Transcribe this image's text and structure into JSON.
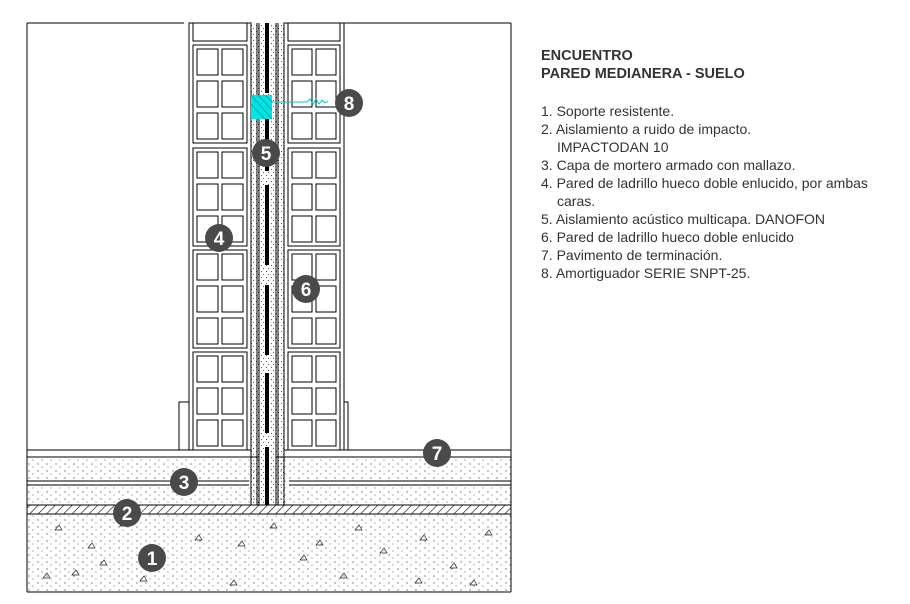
{
  "title_line1": "ENCUENTRO",
  "title_line2": "PARED MEDIANERA - SUELO",
  "legend": [
    {
      "num": "1.",
      "text": "Soporte resistente.",
      "cont": ""
    },
    {
      "num": "2.",
      "text": "Aislamiento a ruido de impacto.",
      "cont": "IMPACTODAN 10"
    },
    {
      "num": "3.",
      "text": "Capa de mortero armado con mallazo.",
      "cont": ""
    },
    {
      "num": "4.",
      "text": "Pared de ladrillo hueco doble enlucido, por ambas",
      "cont": "caras."
    },
    {
      "num": "5.",
      "text": "Aislamiento acústico multicapa. DANOFON",
      "cont": ""
    },
    {
      "num": "6.",
      "text": "Pared de ladrillo hueco doble enlucido",
      "cont": ""
    },
    {
      "num": "7.",
      "text": "Pavimento de terminación.",
      "cont": ""
    },
    {
      "num": "8.",
      "text": "Amortiguador SERIE SNPT-25.",
      "cont": ""
    }
  ],
  "markers": [
    "1",
    "2",
    "3",
    "4",
    "5",
    "6",
    "7",
    "8"
  ],
  "colors": {
    "line": "#000000",
    "marker": "#4a4a4a",
    "damper": "#00e5e5"
  }
}
